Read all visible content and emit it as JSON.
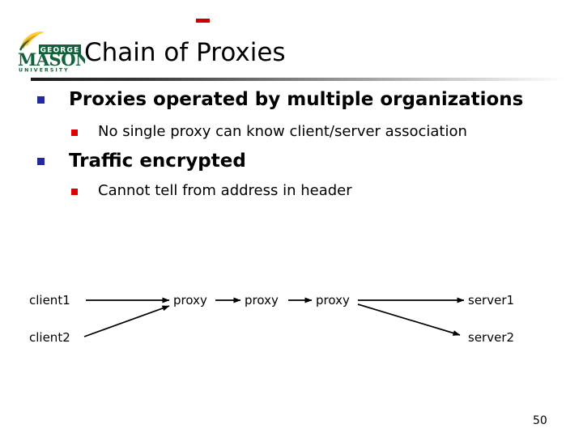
{
  "slide": {
    "title": "Chain of Proxies",
    "page_number": "50",
    "accent_red": "#cc0000",
    "bullet_level1_color": "#23299e",
    "bullet_level2_color": "#e00000",
    "rule_color_dark": "#1a1a1a"
  },
  "logo": {
    "alt": "George Mason University",
    "word_top": "GEORGE",
    "word_main": "MASON",
    "word_bottom": "UNIVERSITY",
    "green": "#14613c",
    "gold": "#ffcc33"
  },
  "bullets": [
    {
      "level1": "Proxies operated by multiple organizations",
      "level2": "No single proxy can know client/server association"
    },
    {
      "level1": "Traffic encrypted",
      "level2": "Cannot tell from address in header"
    }
  ],
  "diagram": {
    "type": "flow",
    "nodes": [
      {
        "id": "client1",
        "label": "client1"
      },
      {
        "id": "client2",
        "label": "client2"
      },
      {
        "id": "proxy1",
        "label": "proxy"
      },
      {
        "id": "proxy2",
        "label": "proxy"
      },
      {
        "id": "proxy3",
        "label": "proxy"
      },
      {
        "id": "server1",
        "label": "server1"
      },
      {
        "id": "server2",
        "label": "server2"
      }
    ],
    "edges": [
      {
        "from": "client1",
        "to": "proxy1"
      },
      {
        "from": "client2",
        "to": "proxy1"
      },
      {
        "from": "proxy1",
        "to": "proxy2"
      },
      {
        "from": "proxy2",
        "to": "proxy3"
      },
      {
        "from": "proxy3",
        "to": "server1"
      },
      {
        "from": "proxy3",
        "to": "server2"
      }
    ]
  }
}
